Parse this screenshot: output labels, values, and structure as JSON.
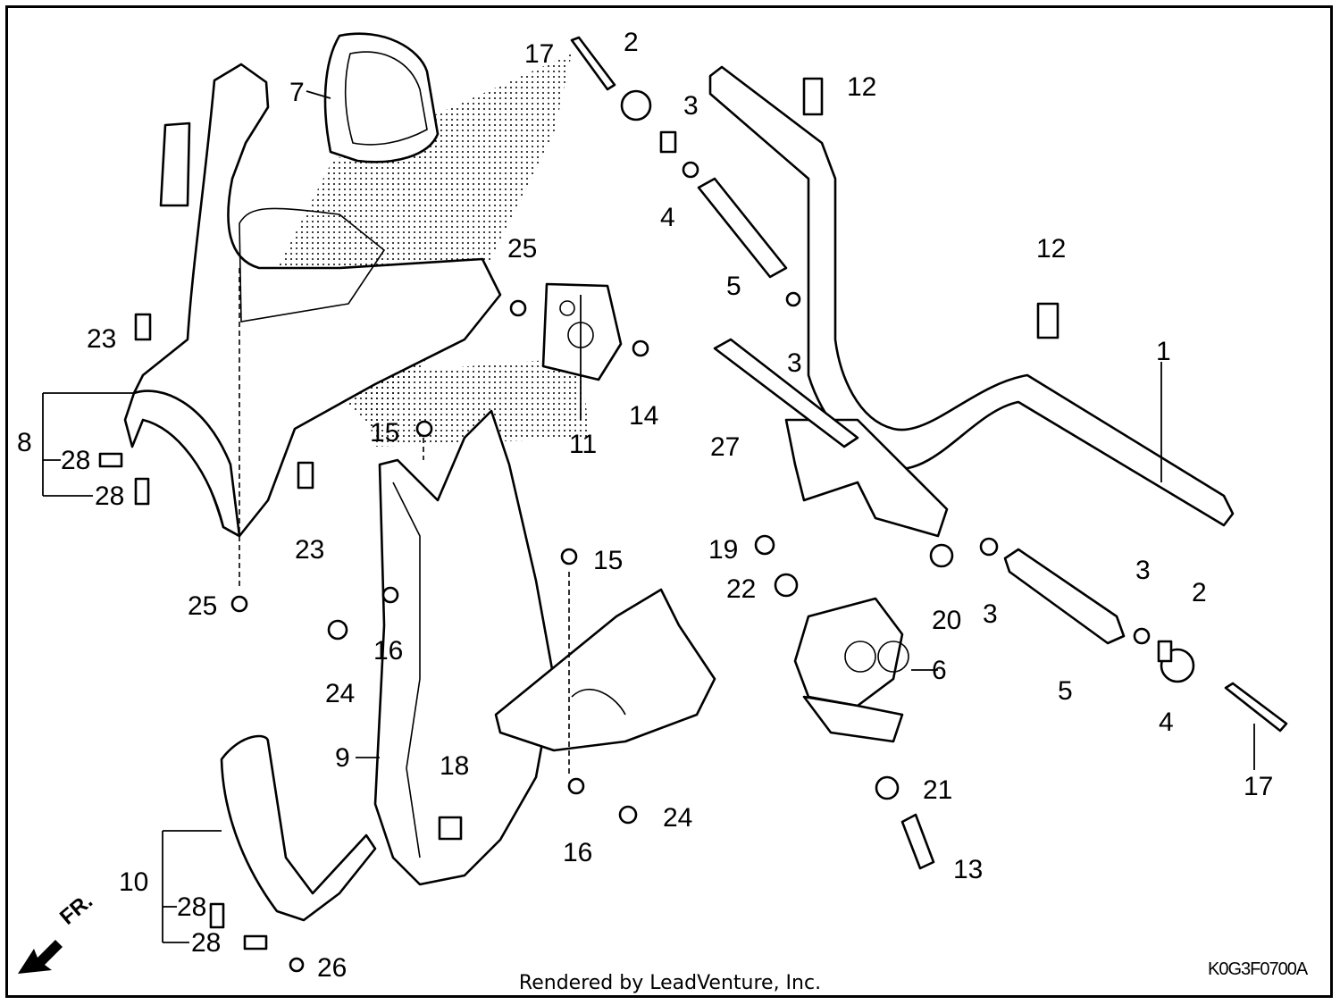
{
  "credit": "Rendered by LeadVenture, Inc.",
  "diagram_code": "K0G3F0700A",
  "direction_marker": "FR.",
  "callouts": [
    {
      "num": "1"
    },
    {
      "num": "2"
    },
    {
      "num": "2"
    },
    {
      "num": "3"
    },
    {
      "num": "3"
    },
    {
      "num": "3"
    },
    {
      "num": "3"
    },
    {
      "num": "4"
    },
    {
      "num": "4"
    },
    {
      "num": "5"
    },
    {
      "num": "5"
    },
    {
      "num": "6"
    },
    {
      "num": "7"
    },
    {
      "num": "8"
    },
    {
      "num": "9"
    },
    {
      "num": "10"
    },
    {
      "num": "11"
    },
    {
      "num": "12"
    },
    {
      "num": "12"
    },
    {
      "num": "13"
    },
    {
      "num": "14"
    },
    {
      "num": "15"
    },
    {
      "num": "15"
    },
    {
      "num": "16"
    },
    {
      "num": "16"
    },
    {
      "num": "17"
    },
    {
      "num": "17"
    },
    {
      "num": "18"
    },
    {
      "num": "19"
    },
    {
      "num": "20"
    },
    {
      "num": "21"
    },
    {
      "num": "22"
    },
    {
      "num": "23"
    },
    {
      "num": "23"
    },
    {
      "num": "24"
    },
    {
      "num": "24"
    },
    {
      "num": "25"
    },
    {
      "num": "25"
    },
    {
      "num": "26"
    },
    {
      "num": "27"
    },
    {
      "num": "28"
    },
    {
      "num": "28"
    },
    {
      "num": "28"
    },
    {
      "num": "28"
    }
  ]
}
